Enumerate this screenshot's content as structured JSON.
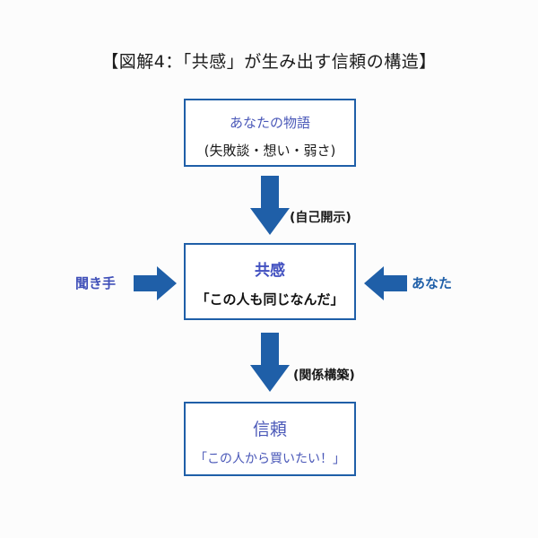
{
  "title": "【図解4：「共感」が生み出す信頼の構造】",
  "boxes": {
    "top": {
      "heading": "あなたの物語",
      "detail": "(失敗談・想い・弱さ)"
    },
    "middle": {
      "heading": "共感",
      "detail": "「この人も同じなんだ」"
    },
    "bottom": {
      "heading": "信頼",
      "detail": "「この人から買いたい！」"
    }
  },
  "arrows": {
    "top_to_middle": "(自己開示)",
    "middle_to_bottom": "(関係構築)"
  },
  "side_inputs": {
    "left": "聞き手",
    "right": "あなた"
  },
  "colors": {
    "box_border": "#1f5fa8",
    "arrow_fill": "#1f5fa8",
    "accent_text": "#4a58b8"
  }
}
